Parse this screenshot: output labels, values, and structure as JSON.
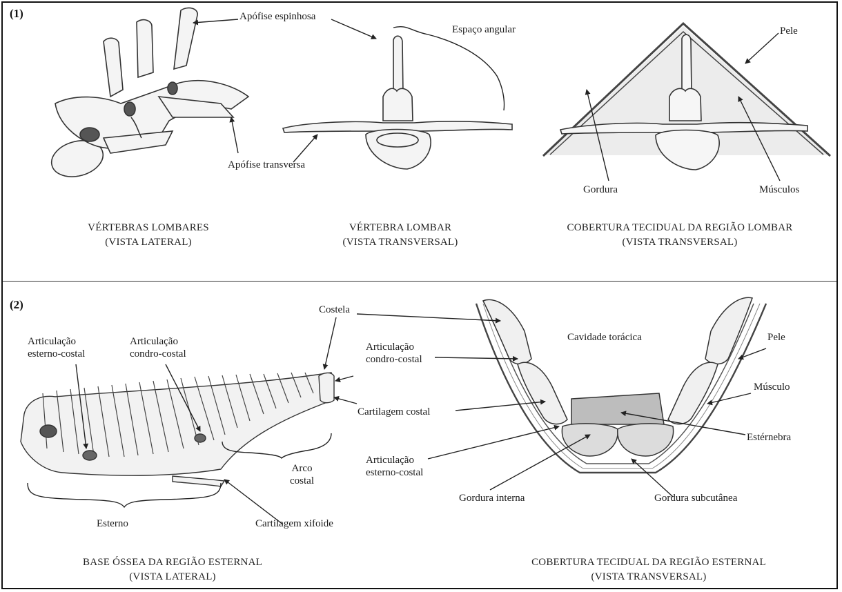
{
  "panel1": {
    "number": "(1)",
    "labels": {
      "apofise_espinhosa": "Apófise espinhosa",
      "espaco_angular": "Espaço angular",
      "pele": "Pele",
      "apofise_transversa": "Apófise transversa",
      "gordura": "Gordura",
      "musculos": "Músculos"
    },
    "captions": {
      "lateral_line1": "VÉRTEBRAS LOMBARES",
      "lateral_line2": "(VISTA LATERAL)",
      "transversal_line1": "VÉRTEBRA LOMBAR",
      "transversal_line2": "(VISTA TRANSVERSAL)",
      "cobertura_line1": "COBERTURA TECIDUAL DA REGIÃO LOMBAR",
      "cobertura_line2": "(VISTA TRANSVERSAL)"
    }
  },
  "panel2": {
    "number": "(2)",
    "labels": {
      "costela": "Costela",
      "art_esterno_costal_l1": "Articulação",
      "art_esterno_costal_l2": "esterno-costal",
      "art_condro_costal_l1": "Articulação",
      "art_condro_costal_l2": "condro-costal",
      "art_condro_costal_mid_l1": "Articulação",
      "art_condro_costal_mid_l2": "condro-costal",
      "cavidade_toracica": "Cavidade torácica",
      "pele": "Pele",
      "musculo": "Músculo",
      "cartilagem_costal": "Cartilagem costal",
      "esternebra": "Estérnebra",
      "art_esterno_costal_mid_l1": "Articulação",
      "art_esterno_costal_mid_l2": "esterno-costal",
      "arco_l1": "Arco",
      "arco_l2": "costal",
      "esterno": "Esterno",
      "cartilagem_xifoide": "Cartilagem xifoide",
      "gordura_interna": "Gordura interna",
      "gordura_subcutanea": "Gordura subcutânea"
    },
    "captions": {
      "base_line1": "BASE ÓSSEA DA REGIÃO ESTERNAL",
      "base_line2": "(VISTA LATERAL)",
      "cobertura_line1": "COBERTURA TECIDUAL DA REGIÃO ESTERNAL",
      "cobertura_line2": "(VISTA TRANSVERSAL)"
    }
  }
}
